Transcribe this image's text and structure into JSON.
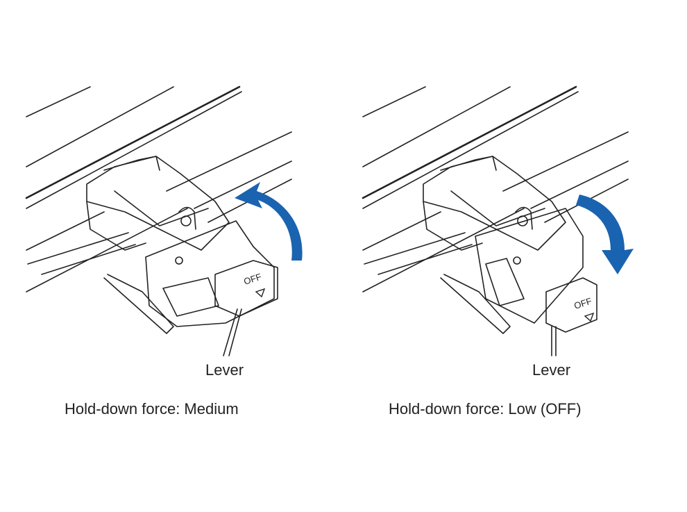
{
  "panels": [
    {
      "state": "medium",
      "lever_label": "Lever",
      "caption": "Hold-down force: Medium",
      "lever_text": "OFF",
      "arrow_direction": "up"
    },
    {
      "state": "off",
      "lever_label": "Lever",
      "caption": "Hold-down force: Low (OFF)",
      "lever_text": "OFF",
      "arrow_direction": "down"
    }
  ],
  "colors": {
    "line": "#222222",
    "arrow": "#1a63b0",
    "background": "#ffffff"
  }
}
